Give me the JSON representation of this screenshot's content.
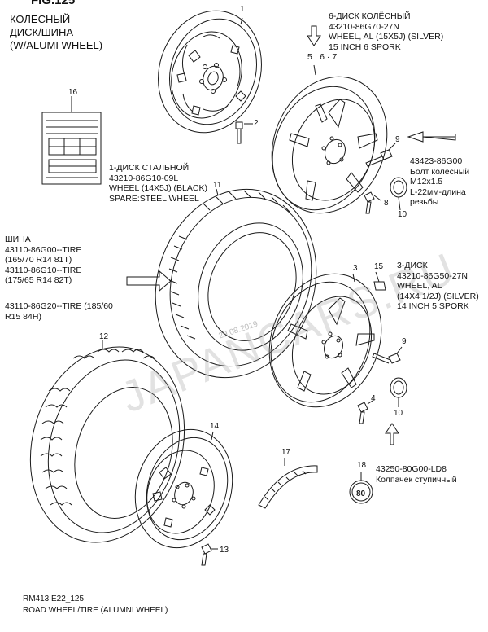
{
  "header": {
    "fig": "FIG.125",
    "title_lines": "КОЛЕСНЫЙ\nДИСК/ШИНА\n(W/ALUMI WHEEL)"
  },
  "callouts": {
    "wheel_6": "6-ДИСК КОЛЁСНЫЙ\n43210-86G70-27N\nWHEEL, AL (15X5J) (SILVER)\n15 INCH 6 SPORK",
    "wheel_6_refs": "5 · 6 · 7",
    "steel": "1-ДИСК СТАЛЬНОЙ\n43210-86G10-09L\nWHEEL (14X5J) (BLACK)\nSPARE:STEEL WHEEL",
    "bolt": "43423-86G00\nБолт колёсный\nM12x1.5\nL-22мм-длина\nрезьбы",
    "tire": "ШИНА\n43110-86G00--TIRE\n(165/70 R14 81T)\n43110-86G10--TIRE\n(175/65 R14 82T)",
    "tire_alt": "43110-86G20--TIRE (185/60\nR15 84H)",
    "wheel_3": "3-ДИСК\n43210-86G50-27N\nWHEEL, AL\n(14X4 1/2J) (SILVER)\n14 INCH 5 SPORK",
    "cap": "43250-80G00-LD8\nКолпачек ступичный"
  },
  "part_numbers": {
    "n1": "1",
    "n2": "2",
    "n3": "3",
    "n4": "4",
    "n5": "5",
    "n8": "8",
    "n9": "9",
    "n10a": "10",
    "n10b": "10",
    "n11": "11",
    "n12": "12",
    "n13": "13",
    "n14": "14",
    "n15": "15",
    "n16": "16",
    "n17": "17",
    "n18": "18",
    "n9b": "9"
  },
  "watermark": {
    "text": "JAPANCARS.RU",
    "date": "29.08.2019"
  },
  "footer": {
    "code": "RM413 E22_125",
    "caption": "ROAD WHEEL/TIRE (ALUMNI WHEEL)"
  },
  "colors": {
    "line": "#1a1a1a",
    "watermark": "#9a9a9a"
  }
}
